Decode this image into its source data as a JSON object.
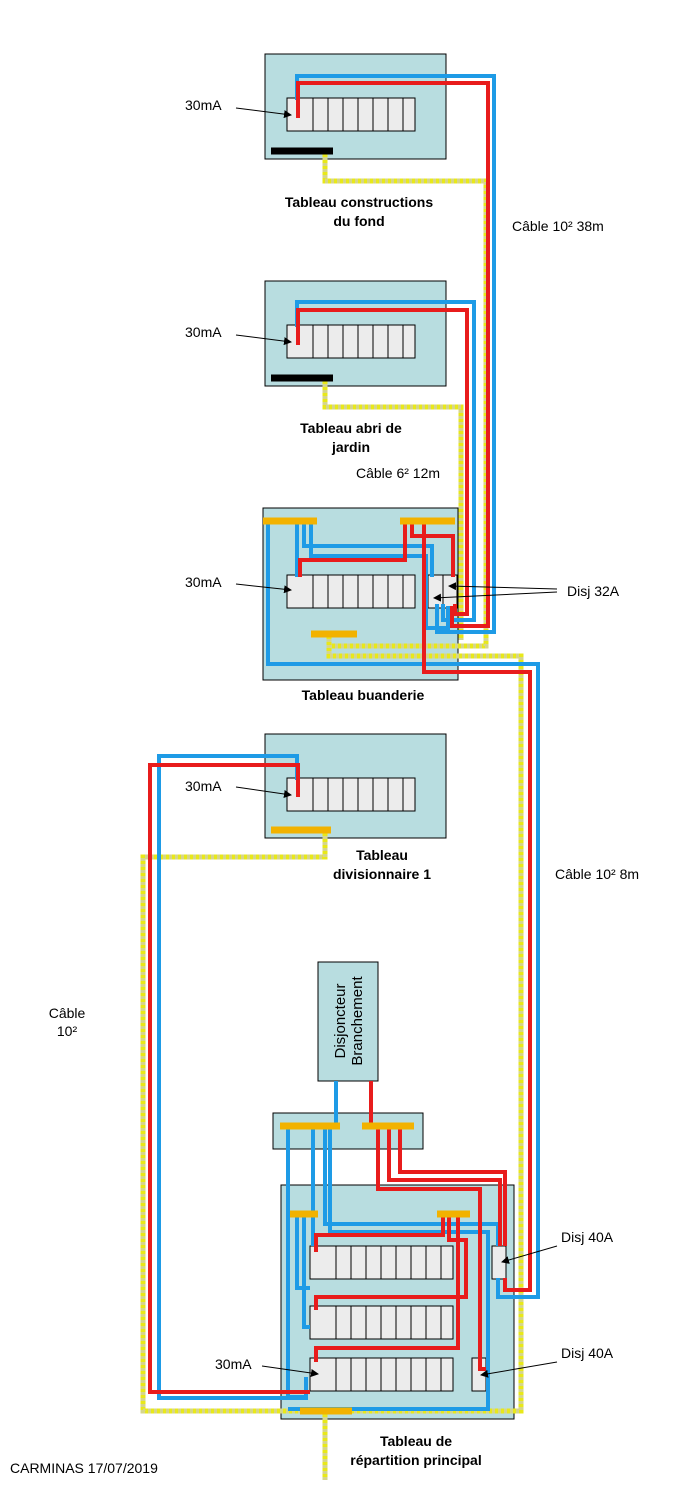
{
  "panels": {
    "fond": {
      "title_line1": "Tableau constructions",
      "title_line2": "du fond",
      "rcd_label": "30mA"
    },
    "abri": {
      "title_line1": "Tableau abri de",
      "title_line2": "jardin",
      "rcd_label": "30mA"
    },
    "buanderie": {
      "title": "Tableau buanderie",
      "rcd_label": "30mA",
      "breaker_label": "Disj 32A"
    },
    "div1": {
      "title_line1": "Tableau",
      "title_line2": "divisionnaire 1",
      "rcd_label": "30mA"
    },
    "disjoncteur": {
      "line1": "Disjoncteur",
      "line2": "Branchement"
    },
    "principal": {
      "title_line1": "Tableau de",
      "title_line2": "répartition principal",
      "rcd_label": "30mA",
      "breaker_top_label": "Disj 40A",
      "breaker_bottom_label": "Disj 40A"
    }
  },
  "cables": {
    "cable_38m": "Câble 10² 38m",
    "cable_12m": "Câble 6² 12m",
    "cable_8m": "Câble 10² 8m",
    "cable_10_line1": "Câble",
    "cable_10_line2": "10²"
  },
  "footer": {
    "credit": "CARMINAS 17/07/2019"
  },
  "colors": {
    "panel": "#b8dde0",
    "neutral": "#1e9be6",
    "phase": "#e81c1c",
    "earth": "#e8e81a",
    "busbar": "#f2b200"
  }
}
